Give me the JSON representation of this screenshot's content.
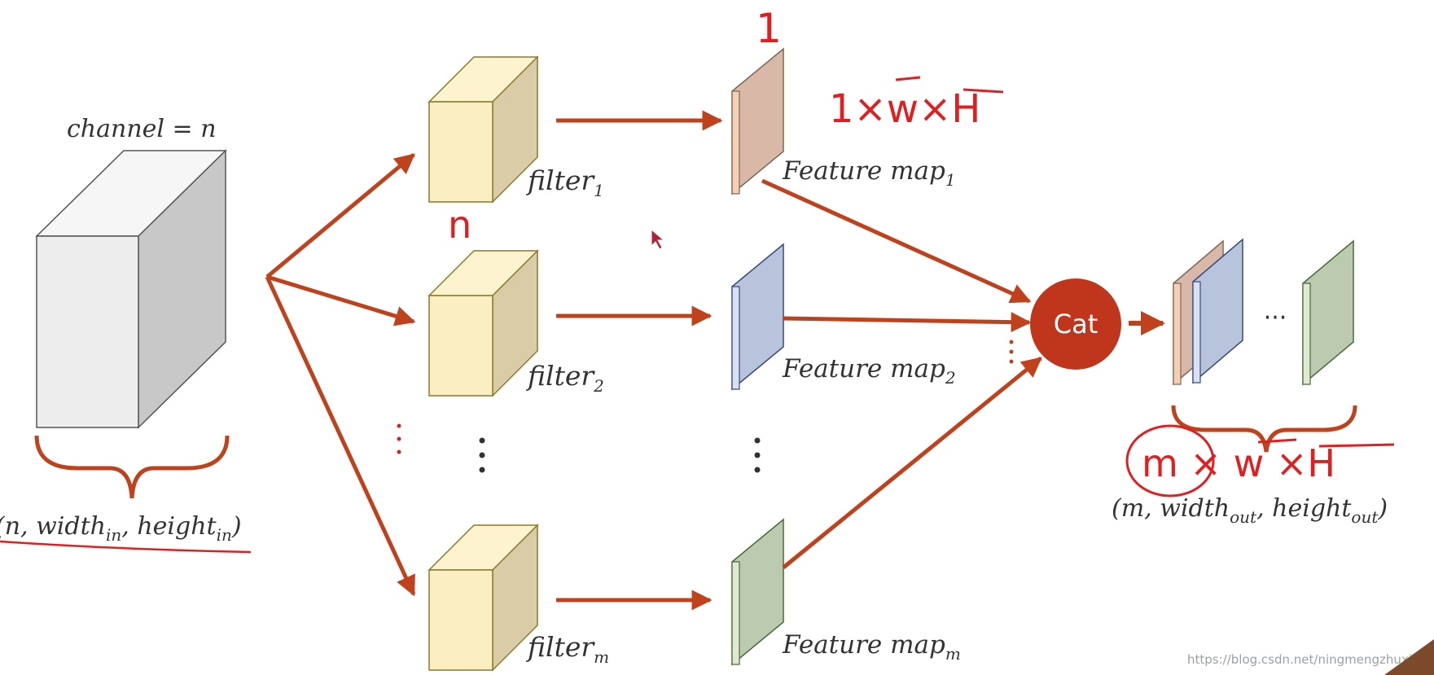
{
  "input": {
    "channel_label": "channel = n",
    "dims_open": "(",
    "dims_n": "n, ",
    "dims_w": "width",
    "dims_w_sub": "in",
    "dims_sep": ", ",
    "dims_h": "height",
    "dims_h_sub": "in",
    "dims_close": ")"
  },
  "filters": [
    {
      "base": "filter",
      "sub": "1"
    },
    {
      "base": "filter",
      "sub": "2"
    },
    {
      "base": "filter",
      "sub": "m"
    }
  ],
  "feature_maps": [
    {
      "base": "Feature map",
      "sub": "1",
      "color": "#d9b8a8"
    },
    {
      "base": "Feature map",
      "sub": "2",
      "color": "#b8c4dc"
    },
    {
      "base": "Feature map",
      "sub": "m",
      "color": "#bccbb0"
    }
  ],
  "cat": {
    "label": "Cat",
    "color": "#c0361c"
  },
  "output": {
    "ellipsis": "···",
    "dims_open": "(",
    "dims_m": "m, ",
    "dims_w": "width",
    "dims_w_sub": "out",
    "dims_sep": ", ",
    "dims_h": "height",
    "dims_h_sub": "out",
    "dims_close": ")"
  },
  "annotations": {
    "top_one": "1",
    "fm_size": "1×w×H",
    "filter_depth": "n",
    "out_size": "m × w ×H"
  },
  "watermark": "https://blog.csdn.net/ningmengzhuxiawo",
  "colors": {
    "arrow": "#c0421c",
    "filter_front": "#fbeec2",
    "filter_top": "#fdf3cf",
    "filter_side": "#d9cca6",
    "filter_edge": "#8a7a2a",
    "input_front": "#f0f0f0",
    "input_side": "#c8c8c8",
    "handwriting": "#e02020"
  }
}
